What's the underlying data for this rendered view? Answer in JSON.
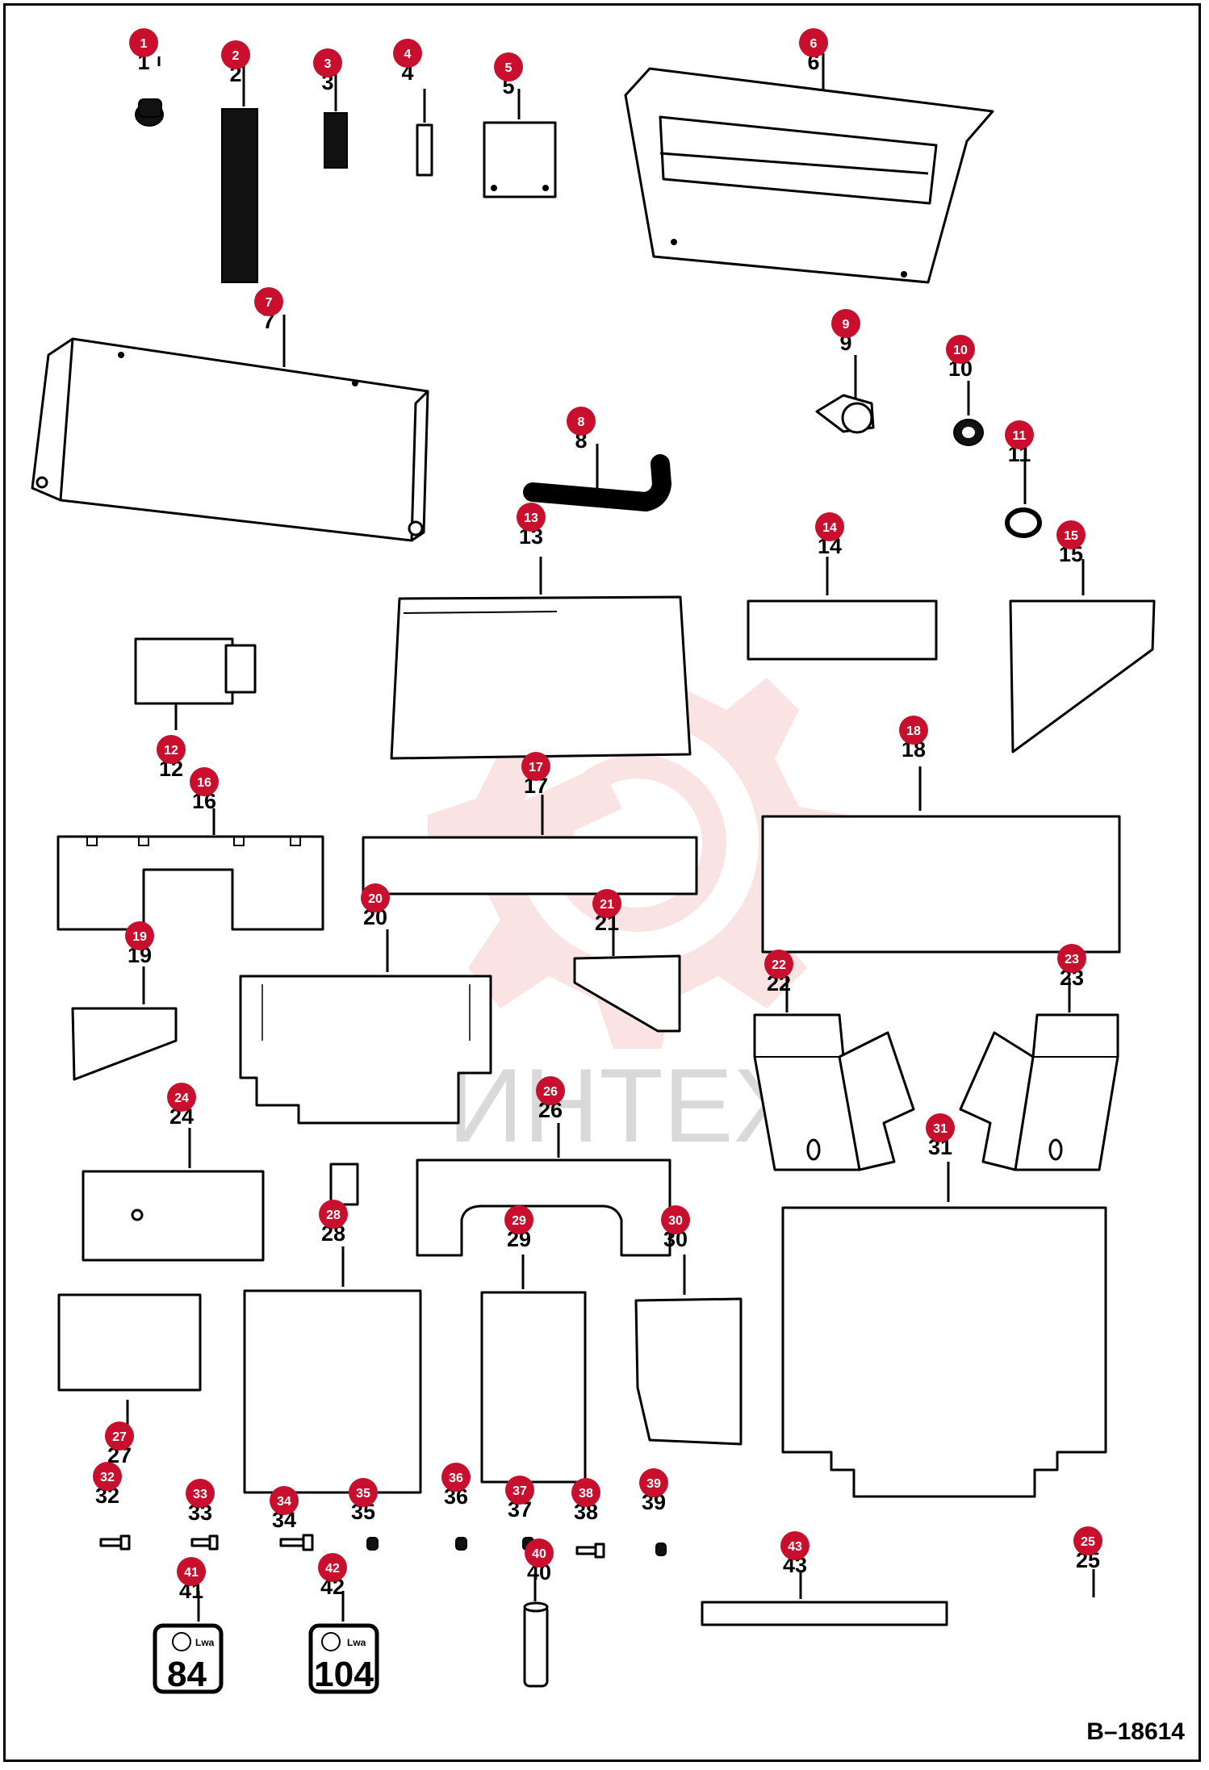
{
  "drawing_id": "B–18614",
  "watermark_text": "ИНТЕХ",
  "colors": {
    "badge": "#c8102e",
    "watermark": "#f3b0b0",
    "line": "#000000"
  },
  "decals": {
    "a_value": "84",
    "b_value": "104",
    "unit": "Lwa"
  },
  "callouts": [
    "1",
    "2",
    "3",
    "4",
    "5",
    "6",
    "7",
    "8",
    "9",
    "10",
    "11",
    "12",
    "13",
    "14",
    "15",
    "16",
    "17",
    "18",
    "19",
    "20",
    "21",
    "22",
    "23",
    "24",
    "25",
    "26",
    "27",
    "28",
    "29",
    "30",
    "31",
    "32",
    "33",
    "34",
    "35",
    "36",
    "37",
    "38",
    "39",
    "40",
    "41",
    "42",
    "43"
  ]
}
